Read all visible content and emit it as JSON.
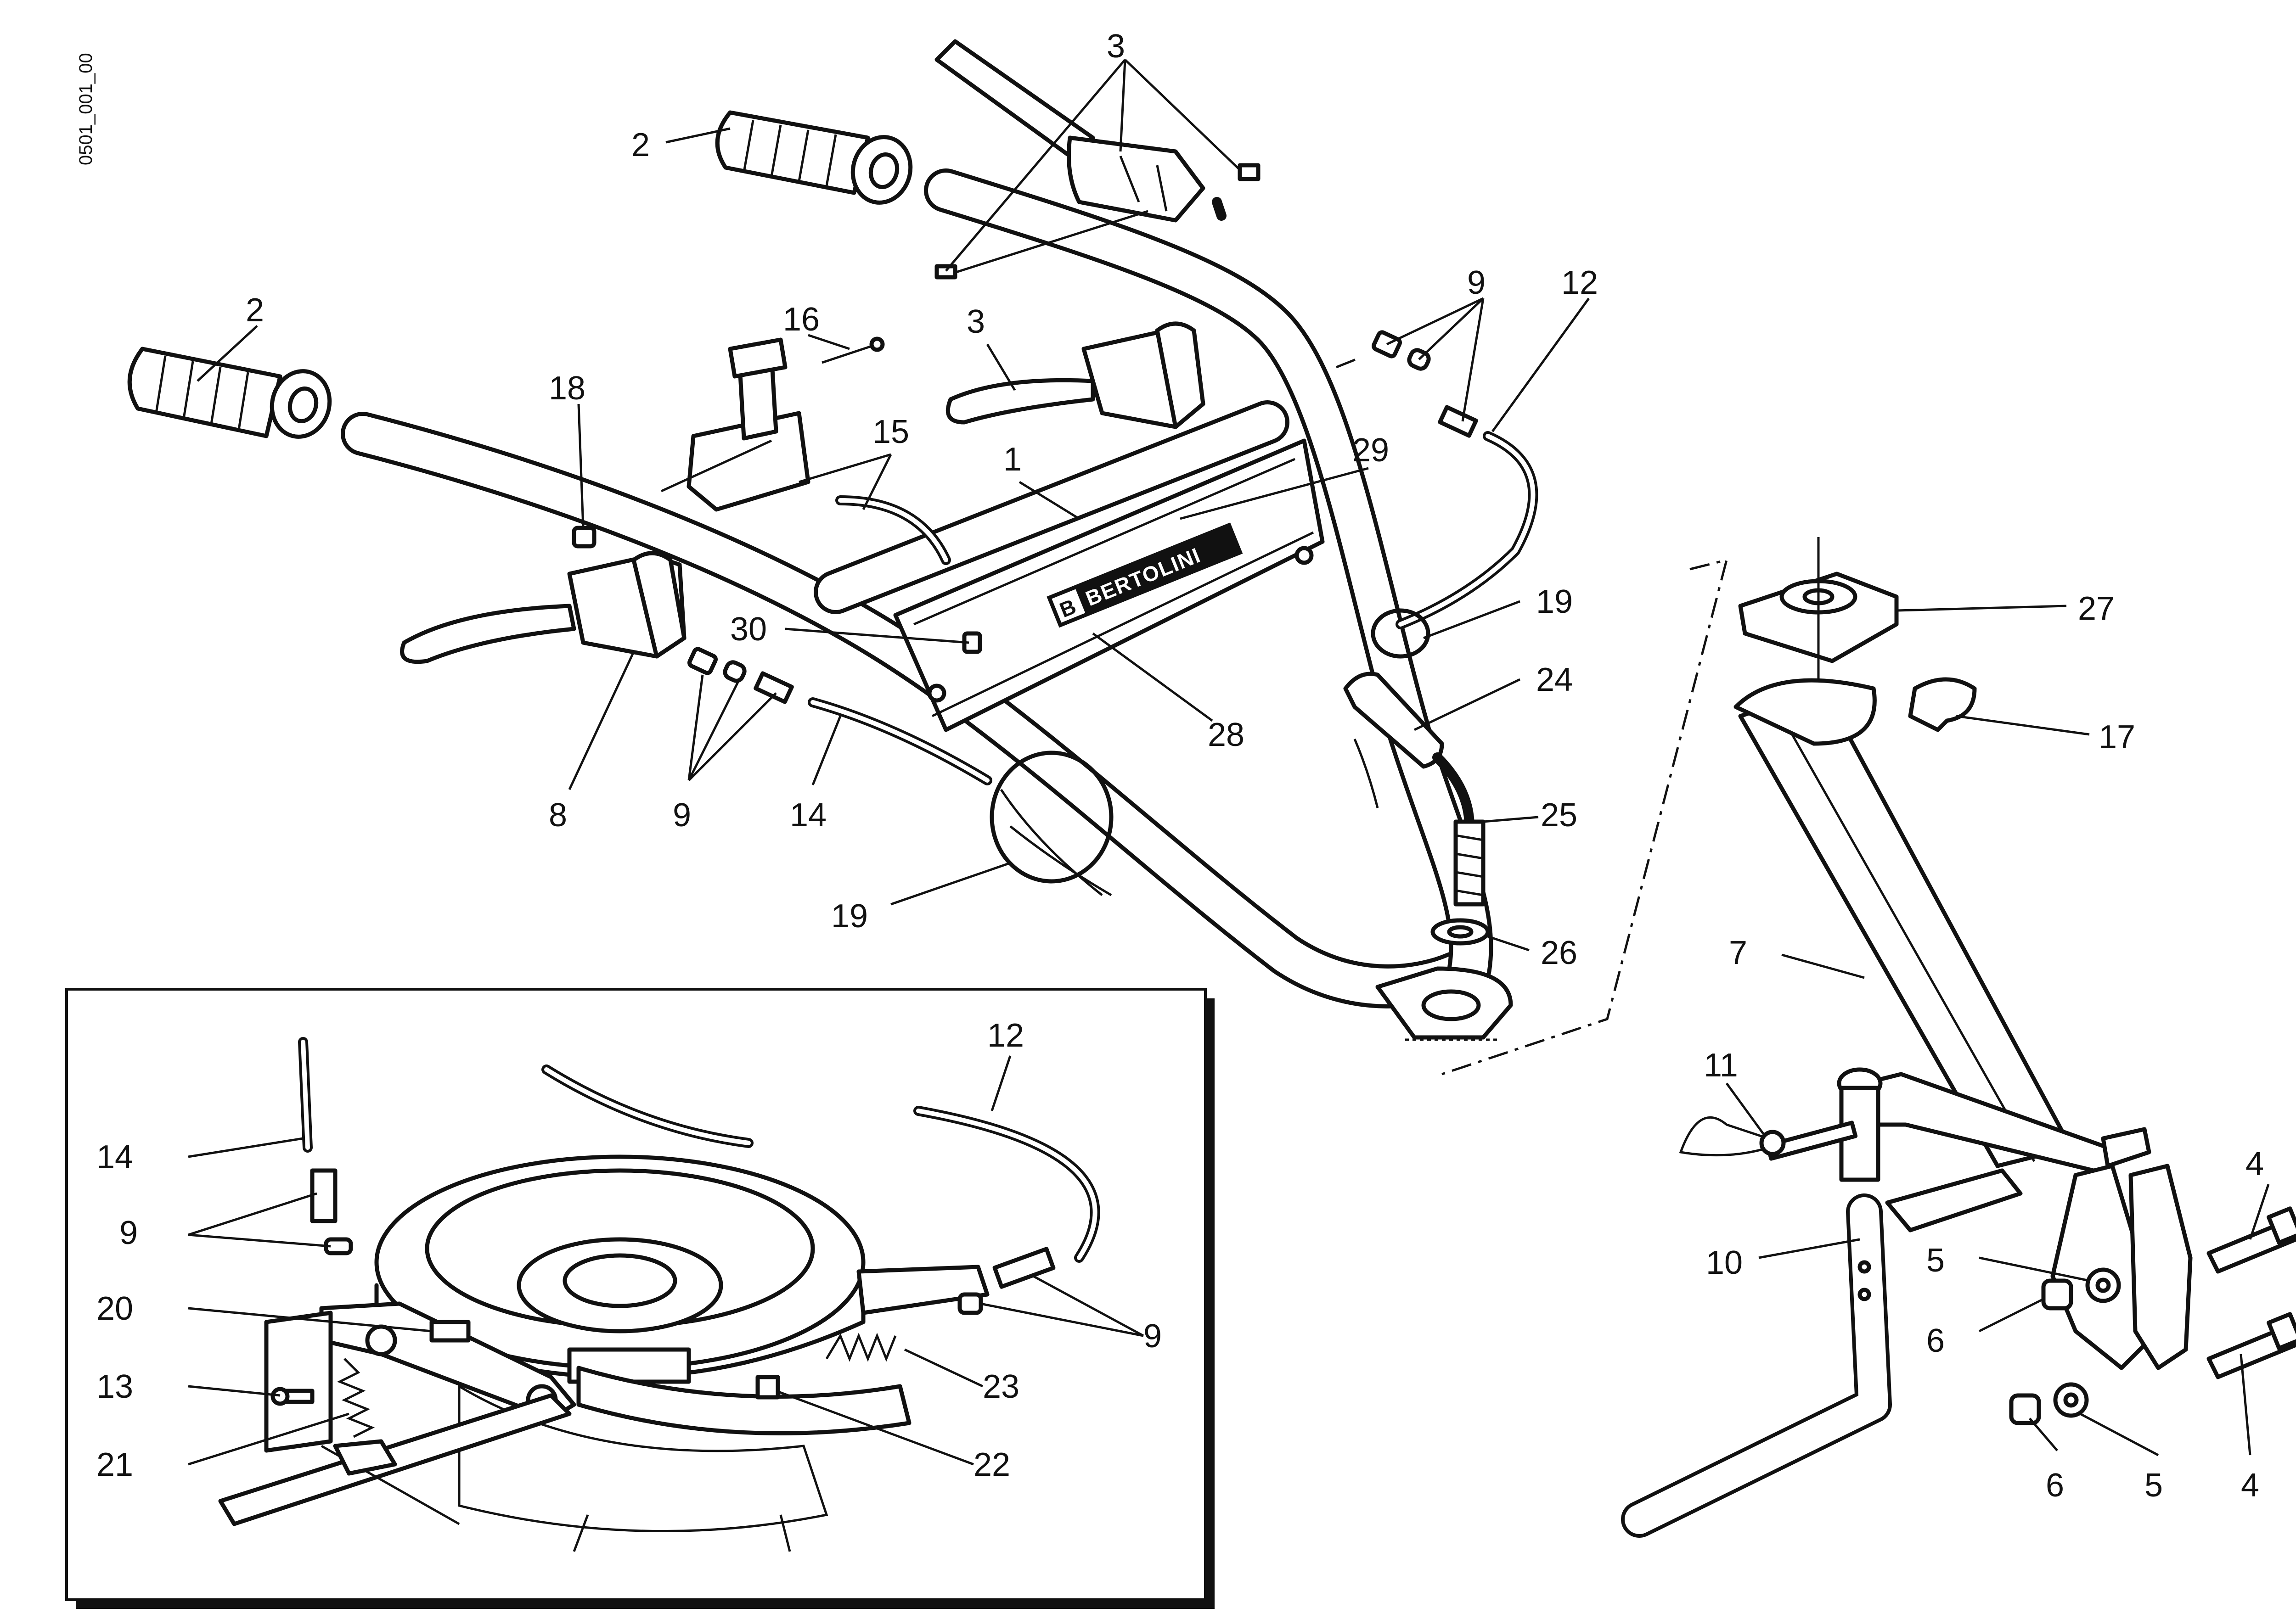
{
  "drawing_code": "0501_001_00",
  "brand_logo": {
    "text": "BERTOLINI",
    "glyph": "B"
  },
  "callouts": {
    "main": [
      {
        "id": "c-2-top",
        "label": "2"
      },
      {
        "id": "c-3-top",
        "label": "3"
      },
      {
        "id": "c-2-left",
        "label": "2"
      },
      {
        "id": "c-16",
        "label": "16"
      },
      {
        "id": "c-18",
        "label": "18"
      },
      {
        "id": "c-3-mid",
        "label": "3"
      },
      {
        "id": "c-15",
        "label": "15"
      },
      {
        "id": "c-1",
        "label": "1"
      },
      {
        "id": "c-29",
        "label": "29"
      },
      {
        "id": "c-9-top",
        "label": "9"
      },
      {
        "id": "c-12-top",
        "label": "12"
      },
      {
        "id": "c-30",
        "label": "30"
      },
      {
        "id": "c-28",
        "label": "28"
      },
      {
        "id": "c-19-right",
        "label": "19"
      },
      {
        "id": "c-24",
        "label": "24"
      },
      {
        "id": "c-8",
        "label": "8"
      },
      {
        "id": "c-9-left",
        "label": "9"
      },
      {
        "id": "c-14-main",
        "label": "14"
      },
      {
        "id": "c-25",
        "label": "25"
      },
      {
        "id": "c-19-bottom",
        "label": "19"
      },
      {
        "id": "c-26",
        "label": "26"
      },
      {
        "id": "c-27",
        "label": "27"
      },
      {
        "id": "c-17",
        "label": "17"
      },
      {
        "id": "c-7",
        "label": "7"
      },
      {
        "id": "c-11",
        "label": "11"
      },
      {
        "id": "c-10",
        "label": "10"
      },
      {
        "id": "c-4-top",
        "label": "4"
      },
      {
        "id": "c-5-top",
        "label": "5"
      },
      {
        "id": "c-6-top",
        "label": "6"
      },
      {
        "id": "c-6-bottom",
        "label": "6"
      },
      {
        "id": "c-5-bottom",
        "label": "5"
      },
      {
        "id": "c-4-bottom",
        "label": "4"
      }
    ],
    "inset": [
      {
        "id": "i-12",
        "label": "12"
      },
      {
        "id": "i-14",
        "label": "14"
      },
      {
        "id": "i-9-left",
        "label": "9"
      },
      {
        "id": "i-9-right",
        "label": "9"
      },
      {
        "id": "i-20",
        "label": "20"
      },
      {
        "id": "i-13",
        "label": "13"
      },
      {
        "id": "i-21",
        "label": "21"
      },
      {
        "id": "i-23",
        "label": "23"
      },
      {
        "id": "i-22",
        "label": "22"
      }
    ]
  },
  "colors": {
    "ink": "#111111",
    "paper": "#ffffff"
  }
}
